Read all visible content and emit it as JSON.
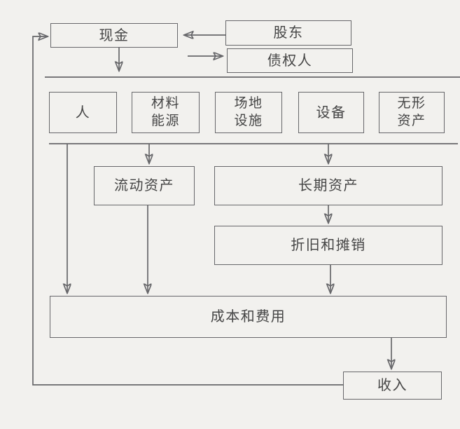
{
  "colors": {
    "paper": "#f2f1ee",
    "ink": "#454545",
    "line": "#67676a"
  },
  "nodes": {
    "cash": {
      "label": "现金"
    },
    "shareholders": {
      "label": "股东"
    },
    "creditors": {
      "label": "债权人"
    },
    "people": {
      "label": "人"
    },
    "materials": {
      "lines": [
        "材料",
        "能源"
      ]
    },
    "site": {
      "lines": [
        "场地",
        "设施"
      ]
    },
    "equipment": {
      "label": "设备"
    },
    "intangible": {
      "lines": [
        "无形",
        "资产"
      ]
    },
    "current_assets": {
      "label": "流动资产"
    },
    "longterm_assets": {
      "label": "长期资产"
    },
    "depreciation": {
      "label": "折旧和摊销"
    },
    "costs": {
      "label": "成本和费用"
    },
    "revenue": {
      "label": "收入"
    }
  },
  "edges": [
    {
      "from": "shareholders",
      "to": "cash"
    },
    {
      "from": "cash",
      "to": "creditors"
    },
    {
      "from": "cash",
      "to": "resources-row"
    },
    {
      "from": "resources-row",
      "to": "current_assets"
    },
    {
      "from": "resources-row",
      "to": "longterm_assets"
    },
    {
      "from": "people",
      "to": "costs"
    },
    {
      "from": "current_assets",
      "to": "costs"
    },
    {
      "from": "longterm_assets",
      "to": "depreciation"
    },
    {
      "from": "depreciation",
      "to": "costs"
    },
    {
      "from": "costs",
      "to": "revenue"
    },
    {
      "from": "revenue",
      "to": "cash"
    }
  ]
}
